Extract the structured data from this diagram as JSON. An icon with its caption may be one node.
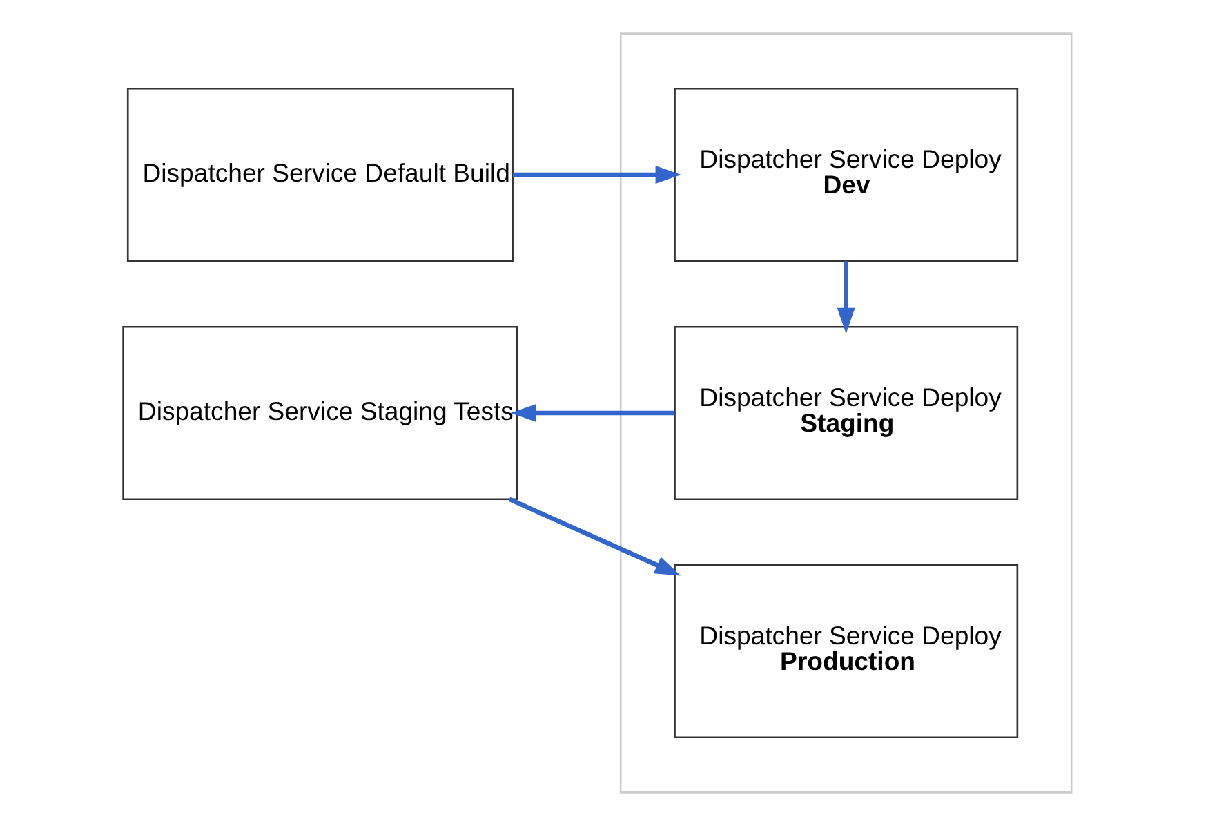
{
  "diagram": {
    "nodes": [
      {
        "text": [
          "Dispatcher Service Default Build"
        ]
      },
      {
        "text": [],
        "shape": "box"
      },
      {
        "text": [
          "Dispatcher Service Deploy",
          "Dev"
        ],
        "in": 1
      },
      {
        "text": [
          "Dispatcher Service Staging Tests"
        ]
      },
      {
        "text": [
          "Dispatcher Service Deploy",
          "Staging"
        ],
        "in": 1
      },
      {
        "text": [
          "Dispatcher Service Deploy",
          "Production"
        ],
        "in": 1
      }
    ],
    "edges": [
      {
        "from": 0,
        "to": 2,
        "arrow": "to"
      },
      {
        "from": 2,
        "to": 4,
        "arrow": "to"
      },
      {
        "from": 4,
        "to": 3,
        "arrow": "to"
      },
      {
        "from": 3,
        "to": 5,
        "arrow": "to"
      }
    ]
  }
}
